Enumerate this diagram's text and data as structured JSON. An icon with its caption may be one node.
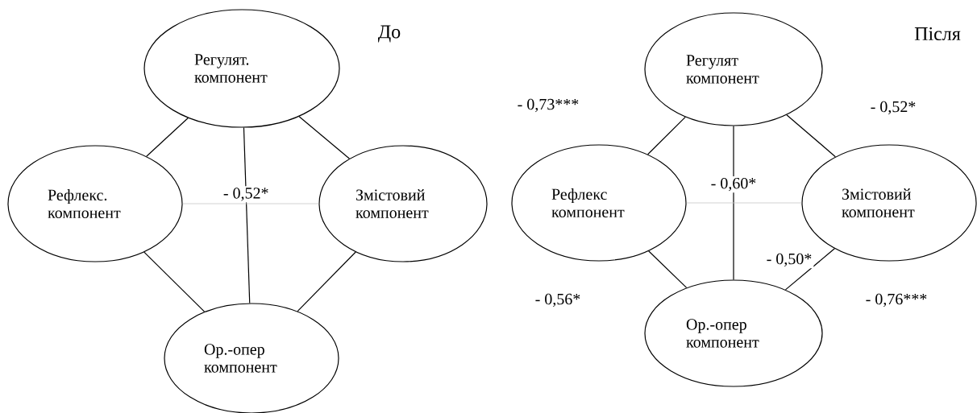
{
  "diagram": {
    "nodes": [
      {
        "text": [
          "Регулят. компонент"
        ]
      },
      {
        "text": [
          "Рефлекс. компонент"
        ]
      },
      {
        "text": [
          "Змістовий компонент"
        ]
      },
      {
        "text": [
          "Ор.-опер компонент"
        ]
      },
      {
        "text": [
          "Регулят компонент"
        ]
      },
      {
        "text": [
          "Рефлекс компонент"
        ]
      },
      {
        "text": [
          "Змістовий компонент"
        ]
      },
      {
        "text": [
          "Ор.-опер компонент"
        ]
      }
    ],
    "edges": [
      {
        "from": 0,
        "to": 1,
        "arrow": "none"
      },
      {
        "from": 0,
        "to": 2,
        "arrow": "none"
      },
      {
        "from": 0,
        "to": 3,
        "arrow": "none",
        "label": "- 0,52*"
      },
      {
        "from": 1,
        "to": 2,
        "arrow": "none",
        "color": "#c8c8c8"
      },
      {
        "from": 1,
        "to": 3,
        "arrow": "none"
      },
      {
        "from": 2,
        "to": 3,
        "arrow": "none"
      },
      {
        "from": 4,
        "to": 5,
        "arrow": "none"
      },
      {
        "from": 4,
        "to": 6,
        "arrow": "none"
      },
      {
        "from": 4,
        "to": 7,
        "arrow": "none",
        "label": "- 0,60*"
      },
      {
        "from": 5,
        "to": 6,
        "arrow": "none",
        "color": "#c8c8c8"
      },
      {
        "from": 5,
        "to": 7,
        "arrow": "none"
      },
      {
        "from": 6,
        "to": 7,
        "arrow": "none"
      }
    ],
    "labels": [
      "До",
      "Після",
      "- 0,73***",
      "- 0,52*",
      "- 0,50*",
      "- 0,56*",
      "- 0,76***"
    ]
  }
}
